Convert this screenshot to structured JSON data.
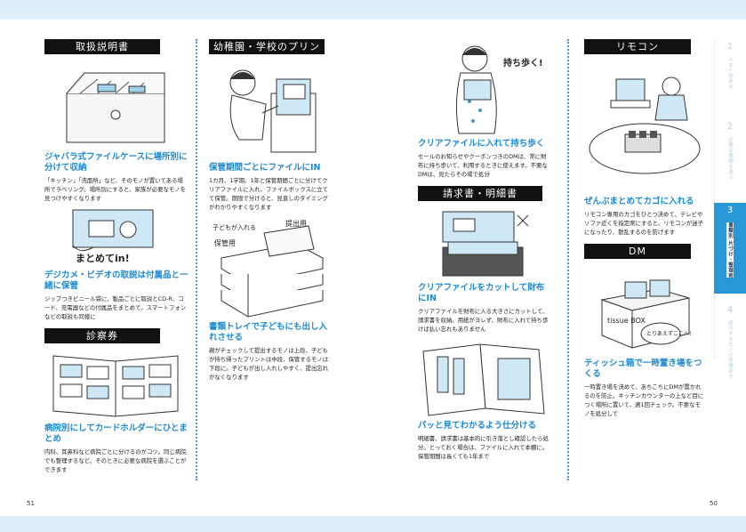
{
  "pages": {
    "left": "51",
    "right": "50"
  },
  "col1": {
    "header1": "取扱説明書",
    "sub1": "ジャバラ式ファイルケースに場所別に分けて収納",
    "body1": "「キッチン」「洗面所」など、そのモノが置いてある場所でラベリング。場所別にすると、家族が必要なモノを見つけやすくなります",
    "illus_text": "まとめてin!",
    "sub2": "デジカメ・ビデオの取説は付属品と一緒に保管",
    "body2": "ジップつきビニール袋に、製品ごとに取説とCD-R、コード、充電器などの付属品をまとめて。スマートフォンなどの取説も同様に",
    "header2": "診察券",
    "sub3": "病院別にしてカードホルダーにひとまとめ",
    "body3": "内科、耳鼻科など病院ごとに分けるのがコツ。同じ病院でも整理するなど、そのときに必要な病院を選ぶことができます"
  },
  "col2": {
    "header1": "幼稚園・学校のプリント",
    "sub1": "保管期間ごとにファイルにIN",
    "body1": "1カ月、1学期、1年と保管期間ごとに分けてクリアファイルに入れ、ファイルボックスに立てて保管。期限で分けると、見直しのタイミングがわかりやすくなります",
    "tray_label1": "子どもが入れる",
    "tray_label2": "提出用",
    "tray_label3": "保管用",
    "sub2": "書類トレイで子どもにも出し入れさせる",
    "body2": "親がチェックして提出するモノは上段、子どもが持ち帰ったプリントは中段、保管するモノは下段に。子どもが出し入れしやすく、提出忘れがなくなります"
  },
  "col3": {
    "illus_text": "持ち歩く!",
    "sub1": "クリアファイルに入れて持ち歩く",
    "body1": "セールのお知らせやクーポンつきのDMは、常に財布に持ち歩いて、利用するときに使えます。不要なDMは、見たらその場で処分",
    "header1": "請求書・明細書",
    "sub2": "クリアファイルをカットして財布にIN",
    "body2": "クリアファイルを財布に入る大きさにカットして、請求書を収納。用紙がヨレず、財布に入れて持ち歩けば払い忘れもありません",
    "sub3": "パッと見てわかるよう仕分ける",
    "body3": "明細書、請求書は基本的に引き落とし確認したら処分。とっておく場合は、ファイルに入れて本棚に。保管期間は長くても1年まで"
  },
  "col4": {
    "header1": "リモコン",
    "sub1": "ぜんぶまとめてカゴに入れる",
    "body1": "リモコン専用のカゴをひとつ決めて、テレビやソファ近くを指定席にすると、リモコンが迷子になったり、散乱するのを防げます",
    "header2": "DM",
    "box_label": "tissue BOX",
    "bubble_text": "とりあえずここへ!",
    "sub2": "ティッシュ箱で一時置き場をつくる",
    "body2": "一時置き場を決めて、あちこちにDMが置かれるのを防止。キッチンカウンターの上など目につく場所に置いて、週1回チェック。不要なモノを処分して"
  },
  "side_tabs": [
    {
      "num": "1",
      "text": "今すぐ始める"
    },
    {
      "num": "2",
      "text": "必要な書類を選ぶ"
    },
    {
      "num": "3",
      "text": "書類別 片づけ・整理術"
    },
    {
      "num": "4",
      "text": "処分するモノの見極め方"
    }
  ]
}
